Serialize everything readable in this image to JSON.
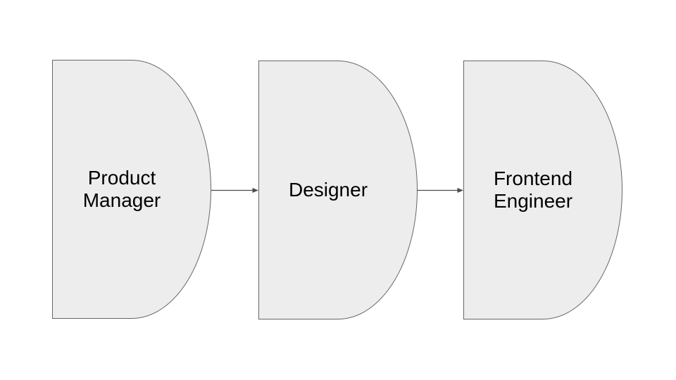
{
  "diagram": {
    "type": "flowchart",
    "shape_kind": "delay",
    "colors": {
      "background": "#ffffff",
      "shape_fill": "#ededed",
      "shape_stroke": "#666666",
      "arrow_color": "#4d4d4d",
      "text_color": "#000000"
    },
    "nodes": [
      {
        "id": "product-manager",
        "label": "Product Manager"
      },
      {
        "id": "designer",
        "label": "Designer"
      },
      {
        "id": "frontend-engineer",
        "label": "Frontend Engineer"
      }
    ],
    "connectors": [
      {
        "from": "product-manager",
        "to": "designer",
        "direction": "right"
      },
      {
        "from": "designer",
        "to": "frontend-engineer",
        "direction": "right"
      }
    ]
  }
}
